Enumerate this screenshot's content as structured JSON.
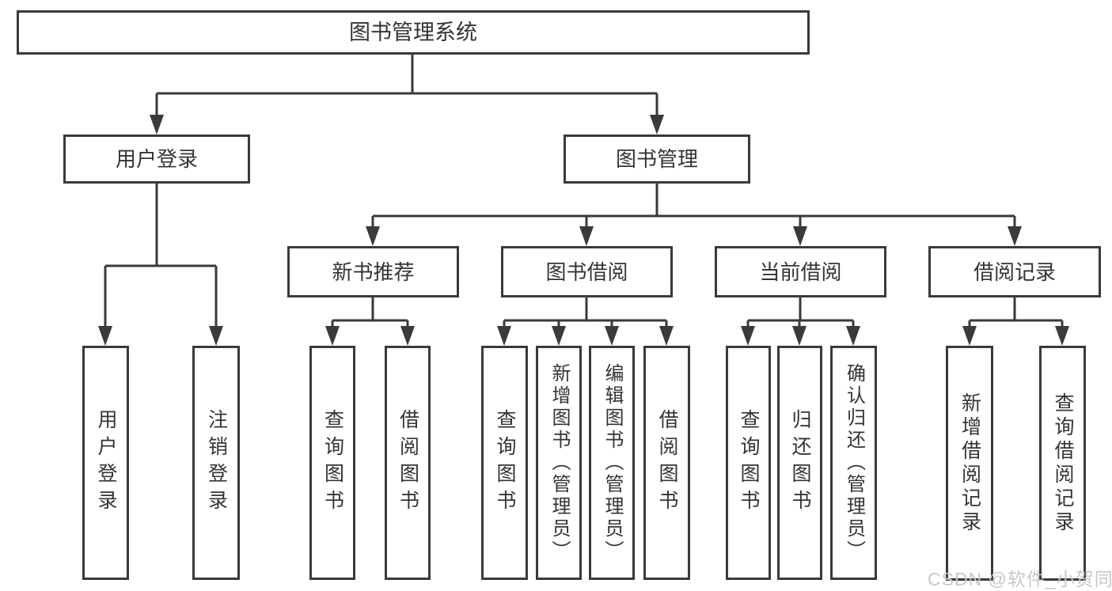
{
  "diagram": {
    "root": {
      "label": "图书管理系统"
    },
    "branches": [
      {
        "label": "用户登录",
        "children": [
          {
            "label": "用户登录"
          },
          {
            "label": "注销登录"
          }
        ]
      },
      {
        "label": "图书管理",
        "children": [
          {
            "label": "新书推荐",
            "children": [
              {
                "label": "查询图书"
              },
              {
                "label": "借阅图书"
              }
            ]
          },
          {
            "label": "图书借阅",
            "children": [
              {
                "label": "查询图书"
              },
              {
                "label": "新增图书（管理员）"
              },
              {
                "label": "编辑图书（管理员）"
              },
              {
                "label": "借阅图书"
              }
            ]
          },
          {
            "label": "当前借阅",
            "children": [
              {
                "label": "查询图书"
              },
              {
                "label": "归还图书"
              },
              {
                "label": "确认归还（管理员）"
              }
            ]
          },
          {
            "label": "借阅记录",
            "children": [
              {
                "label": "新增借阅记录"
              },
              {
                "label": "查询借阅记录"
              }
            ]
          }
        ]
      }
    ]
  },
  "watermark": {
    "text": "CSDN @软件_小贺同学"
  },
  "colors": {
    "line": "#3a3a3a",
    "text": "#343434",
    "watermark": "#c8c8c8",
    "background": "#ffffff"
  }
}
